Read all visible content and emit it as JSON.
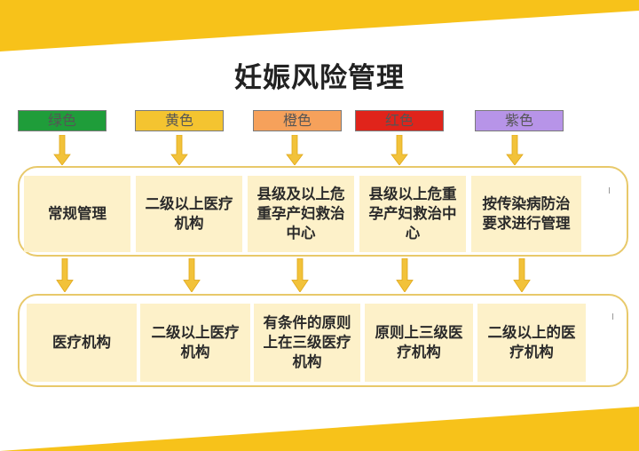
{
  "title": "妊娠风险管理",
  "colors": {
    "accent_yellow": "#f7c21a",
    "panel_border": "#e8c96a",
    "cell_fill": "#fdf1c9",
    "arrow_fill": "#f2c23a"
  },
  "levels": [
    {
      "label": "绿色",
      "color": "#1f9d3a",
      "management": "常规管理",
      "institution": "医疗机构"
    },
    {
      "label": "黄色",
      "color": "#f4c430",
      "management": "二级以上医疗机构",
      "institution": "二级以上医疗机构"
    },
    {
      "label": "橙色",
      "color": "#f6a15b",
      "management": "县级及以上危重孕产妇救治中心",
      "institution": "有条件的原则上在三级医疗机构"
    },
    {
      "label": "红色",
      "color": "#e0241b",
      "management": "县级以上危重孕产妇救治中心",
      "institution": "原则上三级医疗机构"
    },
    {
      "label": "紫色",
      "color": "#b794e8",
      "management": "按传染病防治要求进行管理",
      "institution": "二级以上的医疗机构"
    }
  ]
}
